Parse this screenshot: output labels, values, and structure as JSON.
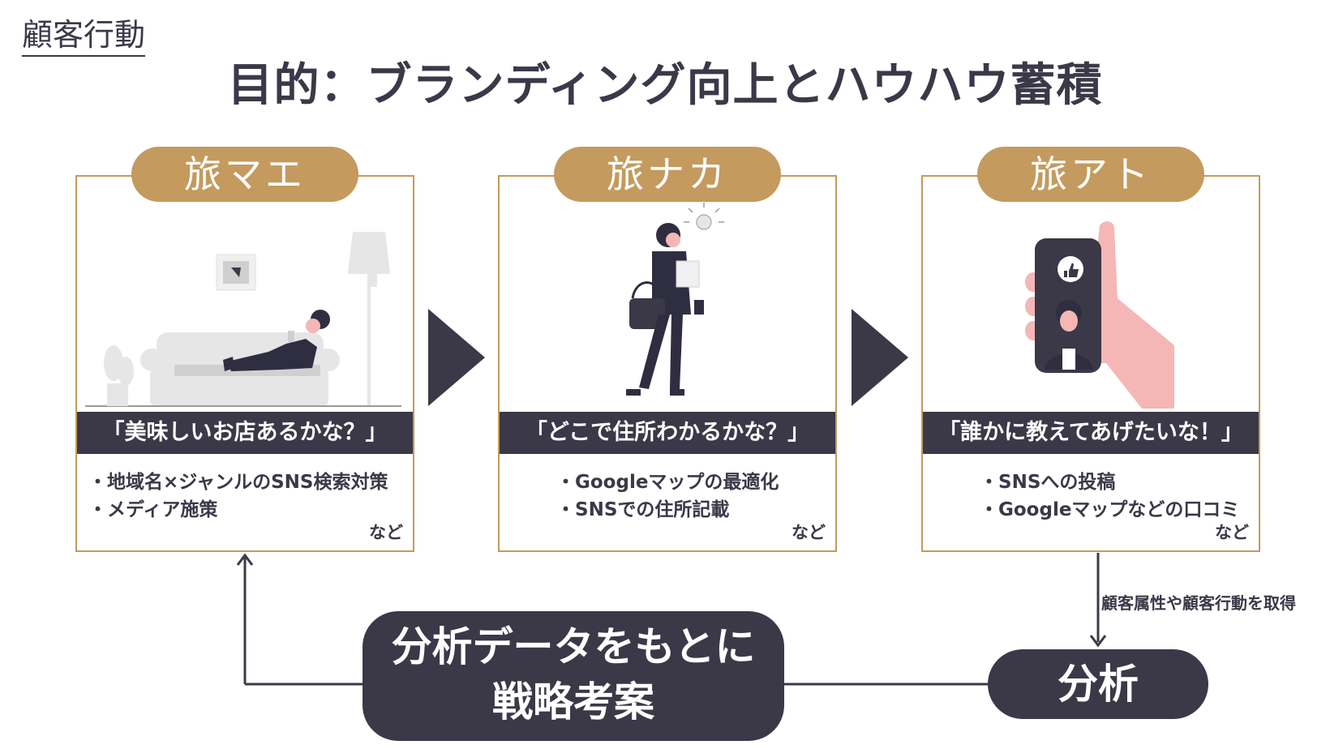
{
  "corner_label": "顧客行動",
  "title": "目的：ブランディング向上とハウハウ蓄積",
  "stages": [
    {
      "label": "旅マエ",
      "quote": "「美味しいお店あるかな？」",
      "bullets": [
        "地域名×ジャンルのSNS検索対策",
        "メディア施策"
      ],
      "etc": "など"
    },
    {
      "label": "旅ナカ",
      "quote": "「どこで住所わかるかな？」",
      "bullets": [
        "Googleマップの最適化",
        "SNSでの住所記載"
      ],
      "etc": "など"
    },
    {
      "label": "旅アト",
      "quote": "「誰かに教えてあげたいな！」",
      "bullets": [
        "SNSへの投稿",
        "Googleマップなどの口コミ"
      ],
      "etc": "など"
    }
  ],
  "flow_note": "顧客属性や顧客行動を取得",
  "analysis": "分析",
  "strategy": [
    "分析データをもとに",
    "戦略考案"
  ],
  "colors": {
    "accent_gold": "#c49a5e",
    "dark_navy": "#3b3848",
    "illustration_pink": "#f5b7b5"
  }
}
